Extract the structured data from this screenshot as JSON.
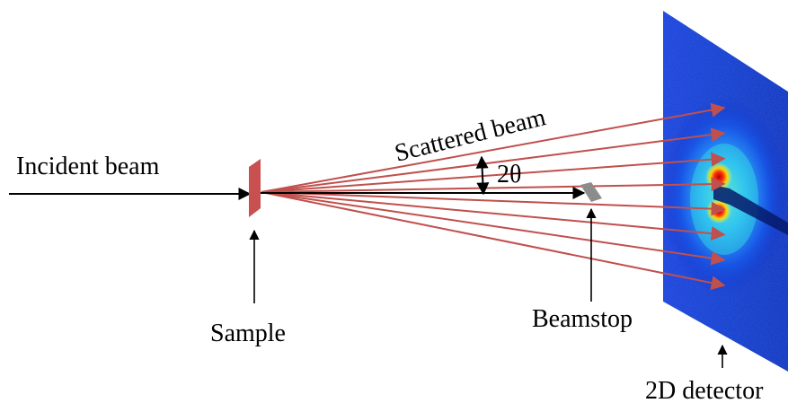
{
  "labels": {
    "incident_beam": "Incident beam",
    "scattered_beam": "Scattered beam",
    "two_theta": "2θ",
    "sample": "Sample",
    "beamstop": "Beamstop",
    "detector": "2D detector"
  },
  "colors": {
    "beam_red": "#c0504d",
    "sample_red": "#c85050",
    "beamstop_gray": "#8c8c8c",
    "axis_black": "#000000"
  },
  "diagram": {
    "scattered_ray_count": 8
  }
}
